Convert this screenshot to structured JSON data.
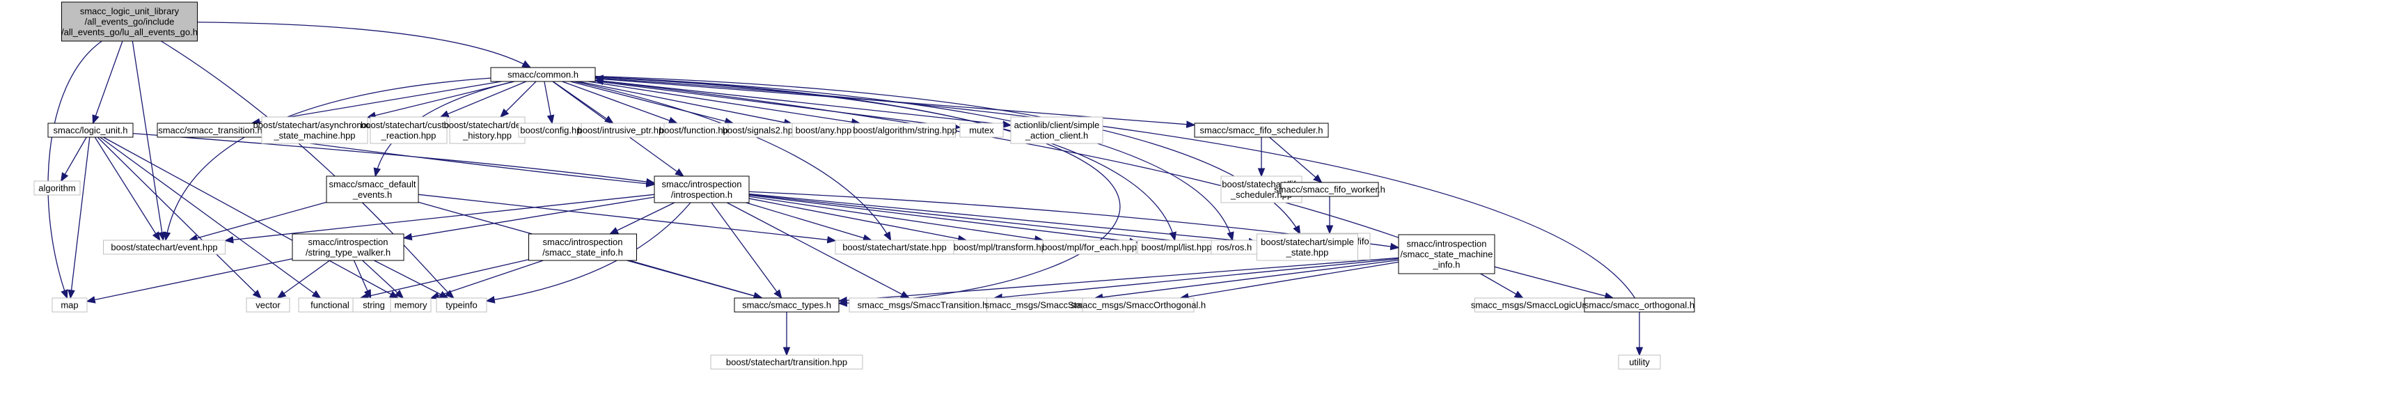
{
  "colors": {
    "edge": "#191970",
    "node_border": "#000000",
    "external_border": "#bfbfbf",
    "root_fill": "#bfbfbf",
    "background": "#ffffff"
  },
  "nodes": [
    {
      "id": "root",
      "kind": "root",
      "lines": [
        "smacc_logic_unit_library",
        "/all_events_go/include",
        "/all_events_go/lu_all_events_go.h"
      ]
    },
    {
      "id": "common",
      "kind": "internal",
      "lines": [
        "smacc/common.h"
      ]
    },
    {
      "id": "logic_unit",
      "kind": "internal",
      "lines": [
        "smacc/logic_unit.h"
      ]
    },
    {
      "id": "transition",
      "kind": "internal",
      "lines": [
        "smacc/smacc_transition.h"
      ]
    },
    {
      "id": "async_sm",
      "kind": "external",
      "lines": [
        "boost/statechart/asynchronous",
        "_state_machine.hpp"
      ]
    },
    {
      "id": "custom_reaction",
      "kind": "external",
      "lines": [
        "boost/statechart/custom",
        "_reaction.hpp"
      ]
    },
    {
      "id": "deep_history",
      "kind": "external",
      "lines": [
        "boost/statechart/deep",
        "_history.hpp"
      ]
    },
    {
      "id": "config",
      "kind": "external",
      "lines": [
        "boost/config.hpp"
      ]
    },
    {
      "id": "intrusive_ptr",
      "kind": "external",
      "lines": [
        "boost/intrusive_ptr.hpp"
      ]
    },
    {
      "id": "function",
      "kind": "external",
      "lines": [
        "boost/function.hpp"
      ]
    },
    {
      "id": "signals2",
      "kind": "external",
      "lines": [
        "boost/signals2.hpp"
      ]
    },
    {
      "id": "any",
      "kind": "external",
      "lines": [
        "boost/any.hpp"
      ]
    },
    {
      "id": "algo_string",
      "kind": "external",
      "lines": [
        "boost/algorithm/string.hpp"
      ]
    },
    {
      "id": "mutex",
      "kind": "external",
      "lines": [
        "mutex"
      ]
    },
    {
      "id": "action_client",
      "kind": "external",
      "lines": [
        "actionlib/client/simple",
        "_action_client.h"
      ]
    },
    {
      "id": "fifo_scheduler",
      "kind": "internal",
      "lines": [
        "smacc/smacc_fifo_scheduler.h"
      ]
    },
    {
      "id": "bs_fifo_scheduler",
      "kind": "external",
      "lines": [
        "boost/statechart/fifo",
        "_scheduler.hpp"
      ]
    },
    {
      "id": "fifo_worker",
      "kind": "internal",
      "lines": [
        "smacc/smacc_fifo_worker.h"
      ]
    },
    {
      "id": "bs_fifo_worker",
      "kind": "external",
      "lines": [
        "boost/statechart/fifo",
        "_worker.hpp"
      ]
    },
    {
      "id": "algorithm",
      "kind": "external",
      "lines": [
        "algorithm"
      ]
    },
    {
      "id": "default_events",
      "kind": "internal",
      "lines": [
        "smacc/smacc_default",
        "_events.h"
      ]
    },
    {
      "id": "introspection",
      "kind": "internal",
      "lines": [
        "smacc/introspection",
        "/introspection.h"
      ]
    },
    {
      "id": "event_hpp",
      "kind": "external",
      "lines": [
        "boost/statechart/event.hpp"
      ]
    },
    {
      "id": "stw",
      "kind": "internal",
      "lines": [
        "smacc/introspection",
        "/string_type_walker.h"
      ]
    },
    {
      "id": "state_info",
      "kind": "internal",
      "lines": [
        "smacc/introspection",
        "/smacc_state_info.h"
      ]
    },
    {
      "id": "state_hpp",
      "kind": "external",
      "lines": [
        "boost/statechart/state.hpp"
      ]
    },
    {
      "id": "mpl_transform",
      "kind": "external",
      "lines": [
        "boost/mpl/transform.hpp"
      ]
    },
    {
      "id": "mpl_for_each",
      "kind": "external",
      "lines": [
        "boost/mpl/for_each.hpp"
      ]
    },
    {
      "id": "mpl_list",
      "kind": "external",
      "lines": [
        "boost/mpl/list.hpp"
      ]
    },
    {
      "id": "ros",
      "kind": "external",
      "lines": [
        "ros/ros.h"
      ]
    },
    {
      "id": "simple_state",
      "kind": "external",
      "lines": [
        "boost/statechart/simple",
        "_state.hpp"
      ]
    },
    {
      "id": "sm_info",
      "kind": "internal",
      "lines": [
        "smacc/introspection",
        "/smacc_state_machine",
        "_info.h"
      ]
    },
    {
      "id": "map",
      "kind": "external",
      "lines": [
        "map"
      ]
    },
    {
      "id": "vector",
      "kind": "external",
      "lines": [
        "vector"
      ]
    },
    {
      "id": "functional",
      "kind": "external",
      "lines": [
        "functional"
      ]
    },
    {
      "id": "string",
      "kind": "external",
      "lines": [
        "string"
      ]
    },
    {
      "id": "memory",
      "kind": "external",
      "lines": [
        "memory"
      ]
    },
    {
      "id": "typeinfo",
      "kind": "external",
      "lines": [
        "typeinfo"
      ]
    },
    {
      "id": "smacc_types",
      "kind": "internal",
      "lines": [
        "smacc/smacc_types.h"
      ]
    },
    {
      "id": "msg_transition",
      "kind": "external",
      "lines": [
        "smacc_msgs/SmaccTransition.h"
      ]
    },
    {
      "id": "msg_state",
      "kind": "external",
      "lines": [
        "smacc_msgs/SmaccState.h"
      ]
    },
    {
      "id": "msg_orthogonal",
      "kind": "external",
      "lines": [
        "smacc_msgs/SmaccOrthogonal.h"
      ]
    },
    {
      "id": "msg_logic_unit",
      "kind": "external",
      "lines": [
        "smacc_msgs/SmaccLogicUnit.h"
      ]
    },
    {
      "id": "orthogonal",
      "kind": "internal",
      "lines": [
        "smacc/smacc_orthogonal.h"
      ]
    },
    {
      "id": "bs_transition",
      "kind": "external",
      "lines": [
        "boost/statechart/transition.hpp"
      ]
    },
    {
      "id": "utility",
      "kind": "external",
      "lines": [
        "utility"
      ]
    }
  ],
  "edges": [
    [
      "root",
      "common"
    ],
    [
      "root",
      "logic_unit"
    ],
    [
      "root",
      "map"
    ],
    [
      "root",
      "event_hpp"
    ],
    [
      "root",
      "typeinfo"
    ],
    [
      "common",
      "transition"
    ],
    [
      "common",
      "async_sm"
    ],
    [
      "common",
      "custom_reaction"
    ],
    [
      "common",
      "deep_history"
    ],
    [
      "common",
      "config"
    ],
    [
      "common",
      "intrusive_ptr"
    ],
    [
      "common",
      "function"
    ],
    [
      "common",
      "signals2"
    ],
    [
      "common",
      "any"
    ],
    [
      "common",
      "algo_string"
    ],
    [
      "common",
      "mutex"
    ],
    [
      "common",
      "action_client"
    ],
    [
      "common",
      "fifo_scheduler"
    ],
    [
      "common",
      "default_events"
    ],
    [
      "common",
      "introspection"
    ],
    [
      "common",
      "event_hpp"
    ],
    [
      "common",
      "state_hpp"
    ],
    [
      "common",
      "mpl_list"
    ],
    [
      "common",
      "ros"
    ],
    [
      "common",
      "simple_state"
    ],
    [
      "common",
      "smacc_types"
    ],
    [
      "logic_unit",
      "algorithm"
    ],
    [
      "logic_unit",
      "map"
    ],
    [
      "logic_unit",
      "vector"
    ],
    [
      "logic_unit",
      "functional"
    ],
    [
      "logic_unit",
      "memory"
    ],
    [
      "logic_unit",
      "event_hpp"
    ],
    [
      "logic_unit",
      "introspection"
    ],
    [
      "transition",
      "introspection"
    ],
    [
      "fifo_scheduler",
      "bs_fifo_scheduler"
    ],
    [
      "fifo_scheduler",
      "fifo_worker"
    ],
    [
      "fifo_worker",
      "bs_fifo_worker"
    ],
    [
      "default_events",
      "event_hpp"
    ],
    [
      "default_events",
      "state_hpp"
    ],
    [
      "default_events",
      "smacc_types"
    ],
    [
      "introspection",
      "event_hpp"
    ],
    [
      "introspection",
      "stw"
    ],
    [
      "introspection",
      "state_info"
    ],
    [
      "introspection",
      "state_hpp"
    ],
    [
      "introspection",
      "mpl_transform"
    ],
    [
      "introspection",
      "mpl_for_each"
    ],
    [
      "introspection",
      "mpl_list"
    ],
    [
      "introspection",
      "ros"
    ],
    [
      "introspection",
      "simple_state"
    ],
    [
      "introspection",
      "sm_info"
    ],
    [
      "introspection",
      "smacc_types"
    ],
    [
      "introspection",
      "msg_transition"
    ],
    [
      "introspection",
      "typeinfo"
    ],
    [
      "stw",
      "map"
    ],
    [
      "stw",
      "vector"
    ],
    [
      "stw",
      "string"
    ],
    [
      "stw",
      "memory"
    ],
    [
      "stw",
      "typeinfo"
    ],
    [
      "state_info",
      "functional"
    ],
    [
      "state_info",
      "memory"
    ],
    [
      "state_info",
      "smacc_types"
    ],
    [
      "sm_info",
      "common"
    ],
    [
      "sm_info",
      "smacc_types"
    ],
    [
      "sm_info",
      "msg_transition"
    ],
    [
      "sm_info",
      "msg_state"
    ],
    [
      "sm_info",
      "msg_orthogonal"
    ],
    [
      "sm_info",
      "msg_logic_unit"
    ],
    [
      "sm_info",
      "orthogonal"
    ],
    [
      "orthogonal",
      "common"
    ],
    [
      "orthogonal",
      "utility"
    ],
    [
      "smacc_types",
      "bs_transition"
    ]
  ]
}
